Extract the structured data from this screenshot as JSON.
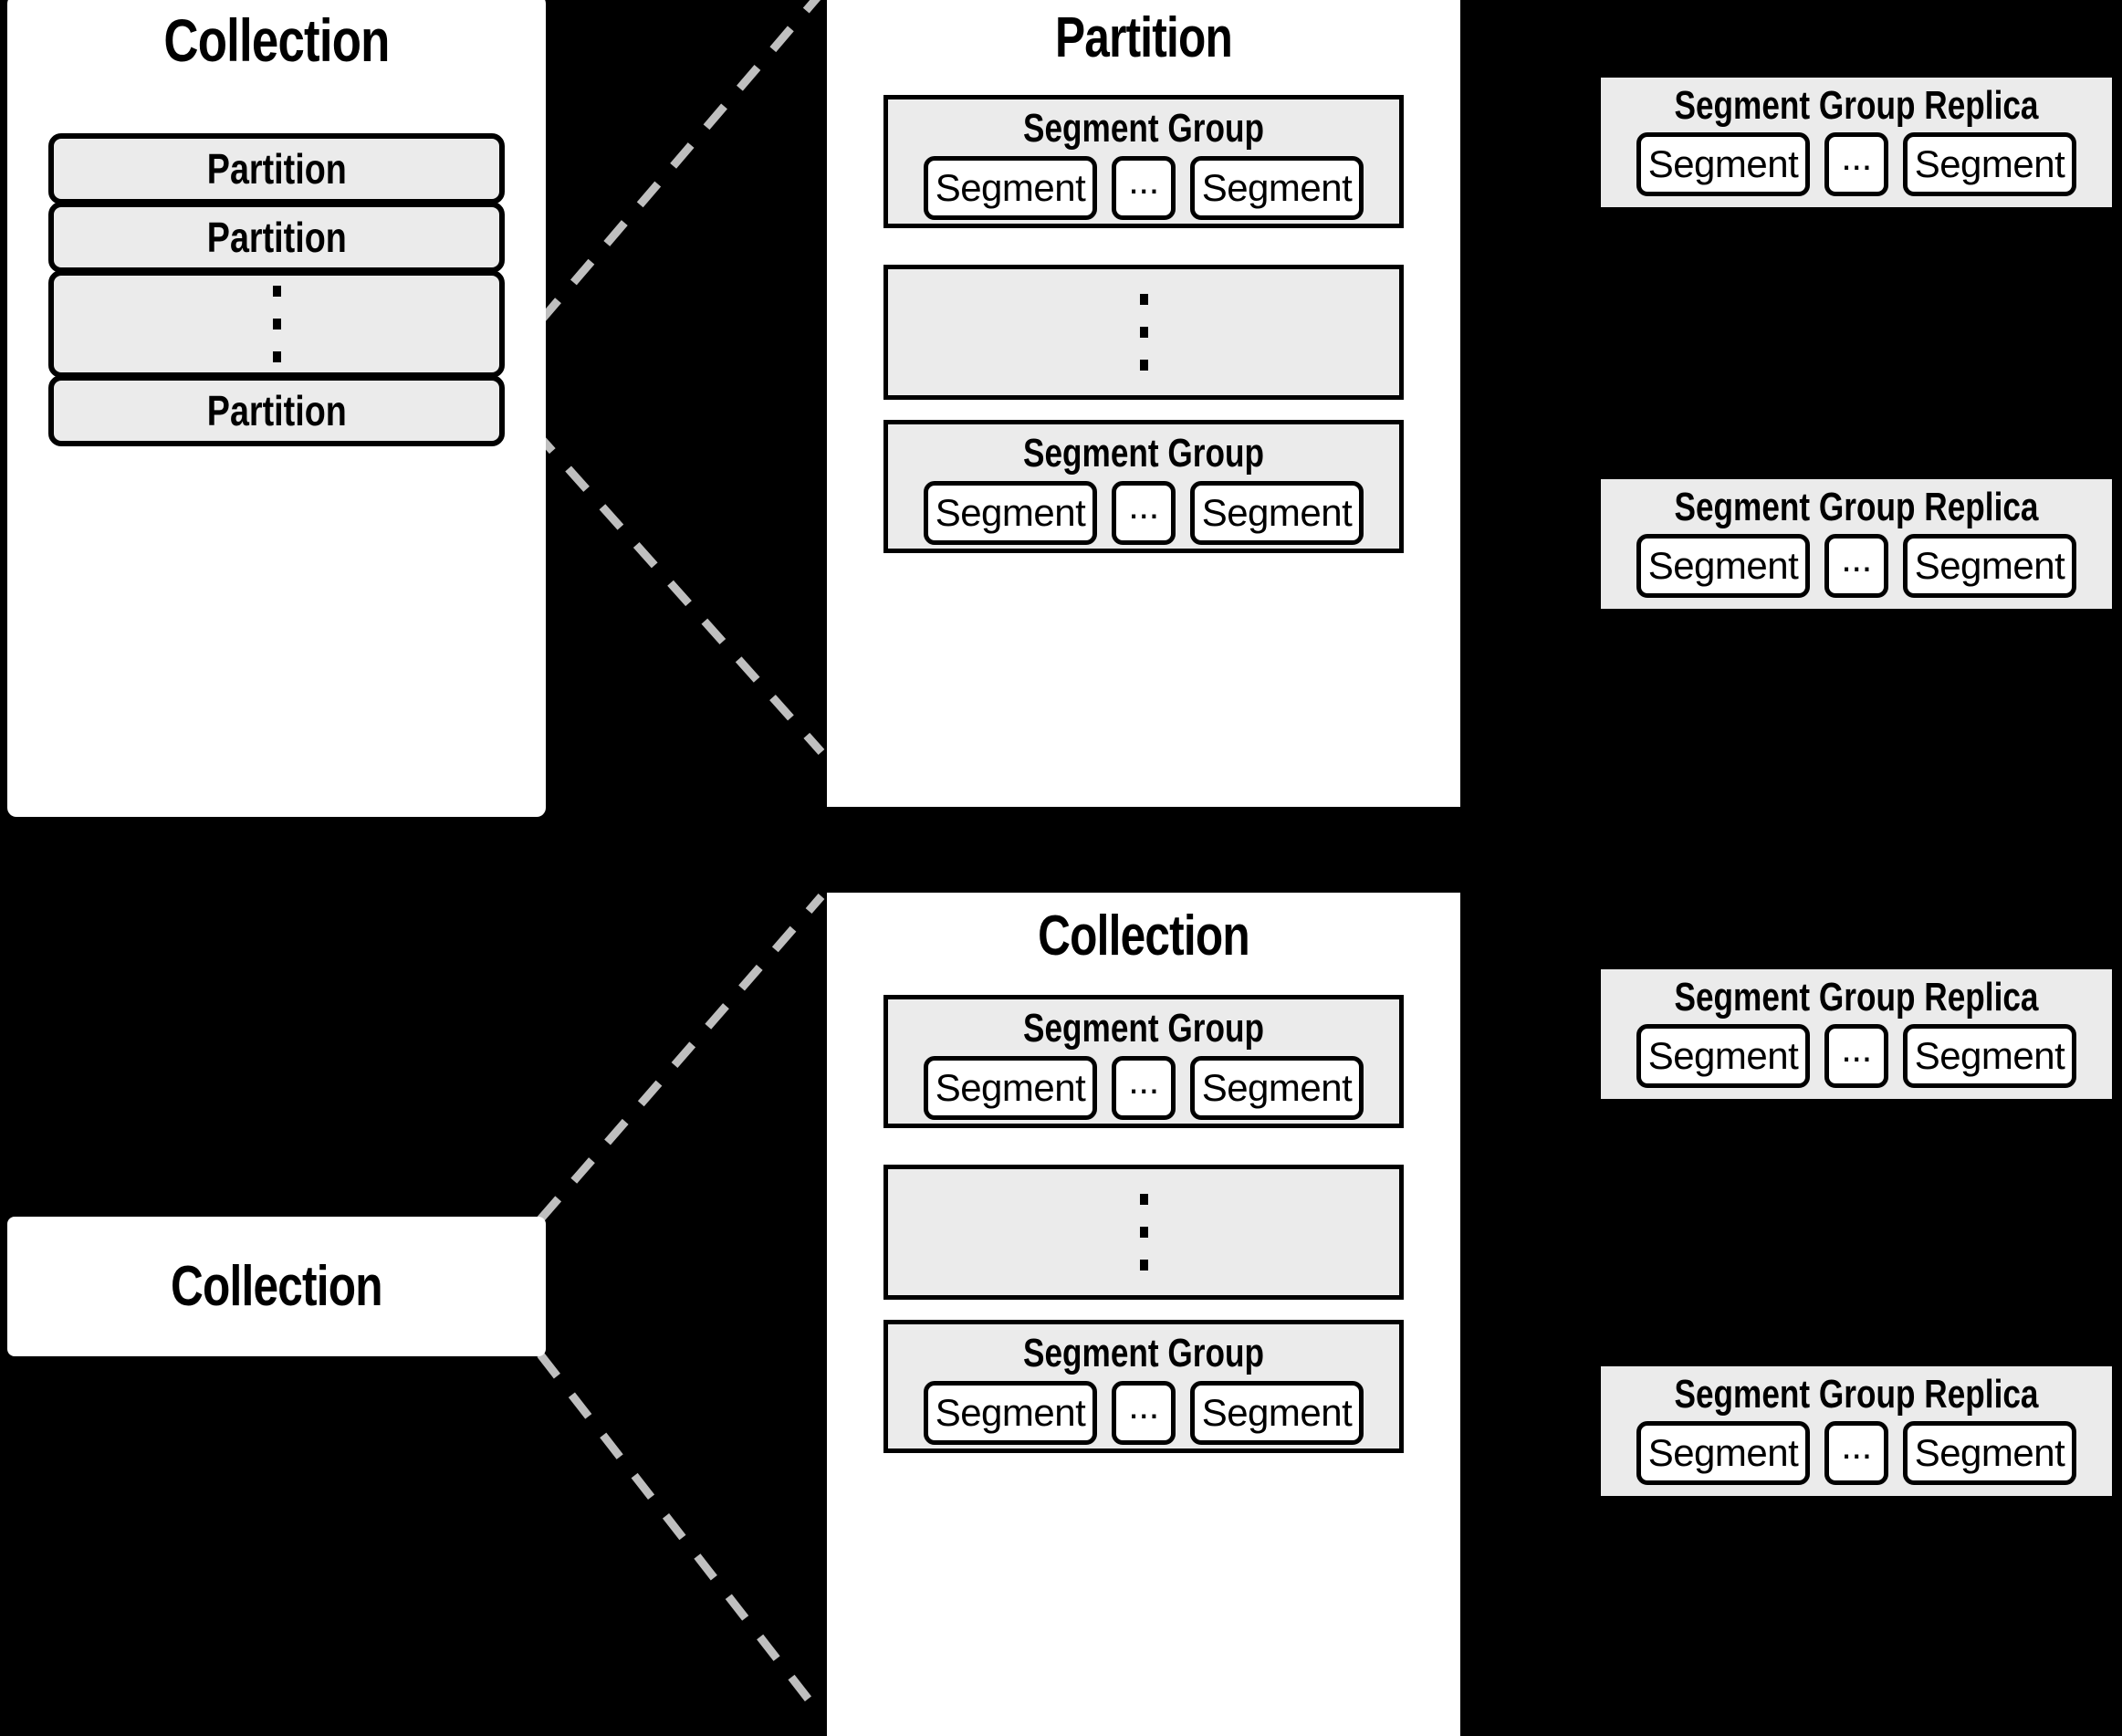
{
  "diagram": {
    "title": "Collection / Partition / Segment Group hierarchy",
    "colors": {
      "background": "#000000",
      "panel": "#ffffff",
      "group_fill": "#ebebeb",
      "stroke": "#000000",
      "connector": "#bfbfbf"
    }
  },
  "left_collection": {
    "title": "Collection",
    "rows": [
      {
        "type": "partition",
        "label": "Partition"
      },
      {
        "type": "partition",
        "label": "Partition"
      },
      {
        "type": "ellipsis",
        "label": "⋮"
      },
      {
        "type": "partition",
        "label": "Partition"
      }
    ]
  },
  "bottom_collection_box": {
    "title": "Collection"
  },
  "partition_panel": {
    "title": "Partition",
    "segment_groups": [
      {
        "title": "Segment Group",
        "segments": [
          {
            "label": "Segment"
          },
          {
            "label": "..."
          },
          {
            "label": "Segment"
          }
        ]
      },
      {
        "type": "ellipsis",
        "label": "⋮"
      },
      {
        "title": "Segment Group",
        "segments": [
          {
            "label": "Segment"
          },
          {
            "label": "..."
          },
          {
            "label": "Segment"
          }
        ]
      }
    ]
  },
  "collection_panel": {
    "title": "Collection",
    "segment_groups": [
      {
        "title": "Segment Group",
        "segments": [
          {
            "label": "Segment"
          },
          {
            "label": "..."
          },
          {
            "label": "Segment"
          }
        ]
      },
      {
        "type": "ellipsis",
        "label": "⋮"
      },
      {
        "title": "Segment Group",
        "segments": [
          {
            "label": "Segment"
          },
          {
            "label": "..."
          },
          {
            "label": "Segment"
          }
        ]
      }
    ]
  },
  "replicas": [
    {
      "title": "Segment Group Replica",
      "segments": [
        {
          "label": "Segment"
        },
        {
          "label": "..."
        },
        {
          "label": "Segment"
        }
      ]
    },
    {
      "title": "Segment Group Replica",
      "segments": [
        {
          "label": "Segment"
        },
        {
          "label": "..."
        },
        {
          "label": "Segment"
        }
      ]
    },
    {
      "title": "Segment Group Replica",
      "segments": [
        {
          "label": "Segment"
        },
        {
          "label": "..."
        },
        {
          "label": "Segment"
        }
      ]
    },
    {
      "title": "Segment Group Replica",
      "segments": [
        {
          "label": "Segment"
        },
        {
          "label": "..."
        },
        {
          "label": "Segment"
        }
      ]
    }
  ]
}
